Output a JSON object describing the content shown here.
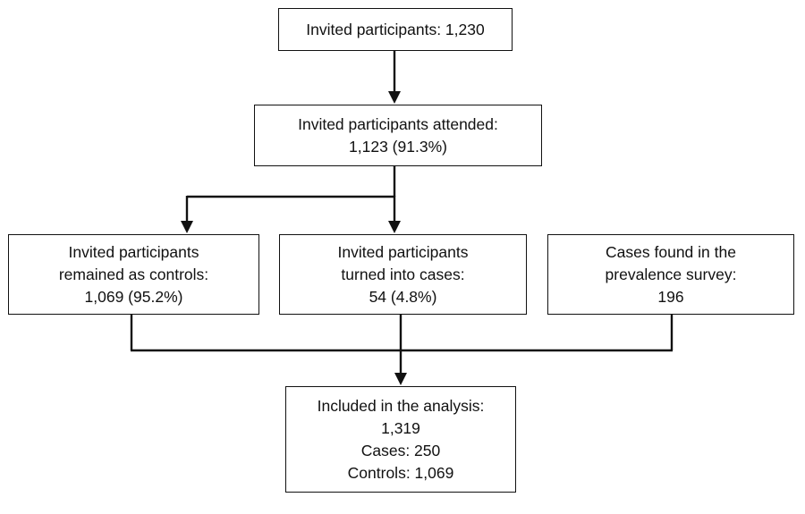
{
  "nodes": {
    "invited": {
      "lines": [
        "Invited participants: 1,230"
      ]
    },
    "attended": {
      "lines": [
        "Invited participants attended:",
        "1,123 (91.3%)"
      ]
    },
    "controls": {
      "lines": [
        "Invited participants",
        "remained as controls:",
        "1,069 (95.2%)"
      ]
    },
    "cases": {
      "lines": [
        "Invited participants",
        "turned into cases:",
        "54 (4.8%)"
      ]
    },
    "prevalence": {
      "lines": [
        "Cases found in the",
        "prevalence survey:",
        "196"
      ]
    },
    "analysis": {
      "lines": [
        "Included in the analysis:",
        "1,319",
        "Cases: 250",
        "Controls: 1,069"
      ]
    }
  },
  "edges": [
    {
      "from": "invited",
      "to": "attended"
    },
    {
      "from": "attended",
      "to": "controls"
    },
    {
      "from": "attended",
      "to": "cases"
    },
    {
      "from": "controls",
      "to": "analysis"
    },
    {
      "from": "cases",
      "to": "analysis"
    },
    {
      "from": "prevalence",
      "to": "analysis"
    }
  ]
}
